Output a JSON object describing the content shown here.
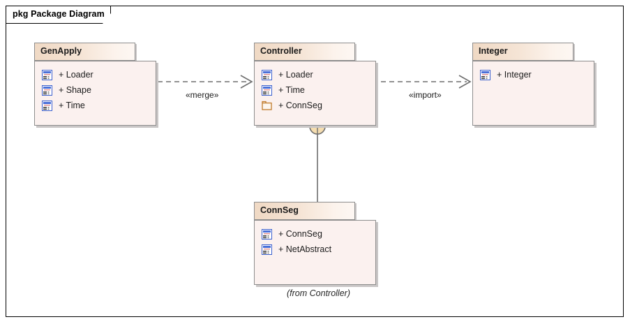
{
  "frame": {
    "label": "pkg Package Diagram"
  },
  "colors": {
    "header_gradient_start": "#f0d9c4",
    "header_gradient_end": "#fdf7f3",
    "body_fill": "#fbf1ef",
    "border": "#8d8d8d",
    "shadow": "#c9c6c6",
    "icon_blue": "#3a5fcd",
    "icon_red": "#e08a8a",
    "folder_orange": "#c07a28",
    "containment_fill": "#f5ddb0",
    "connector_line": "#6e6e6e",
    "frame_border": "#000000"
  },
  "packages": [
    {
      "id": "genapply",
      "name": "GenApply",
      "items": [
        {
          "icon": "model-icon",
          "label": "+ Loader"
        },
        {
          "icon": "model-icon",
          "label": "+ Shape"
        },
        {
          "icon": "model-icon",
          "label": "+ Time"
        }
      ],
      "caption": ""
    },
    {
      "id": "controller",
      "name": "Controller",
      "items": [
        {
          "icon": "model-icon",
          "label": "+ Loader"
        },
        {
          "icon": "model-icon",
          "label": "+ Time"
        },
        {
          "icon": "package-folder-icon",
          "label": "+ ConnSeg"
        }
      ],
      "caption": ""
    },
    {
      "id": "integer",
      "name": "Integer",
      "items": [
        {
          "icon": "model-icon",
          "label": "+ Integer"
        }
      ],
      "caption": ""
    },
    {
      "id": "connseg",
      "name": "ConnSeg",
      "items": [
        {
          "icon": "model-icon",
          "label": "+ ConnSeg"
        },
        {
          "icon": "model-icon",
          "label": "+ NetAbstract"
        }
      ],
      "caption": "(from Controller)"
    }
  ],
  "connectors": [
    {
      "id": "merge",
      "stereotype": "«merge»",
      "kind": "dependency-dashed",
      "from": "GenApply",
      "to": "Controller"
    },
    {
      "id": "import",
      "stereotype": "«import»",
      "kind": "dependency-dashed",
      "from": "Controller",
      "to": "Integer"
    },
    {
      "id": "containment",
      "stereotype": "",
      "kind": "containment",
      "from": "Controller",
      "to": "ConnSeg"
    }
  ]
}
